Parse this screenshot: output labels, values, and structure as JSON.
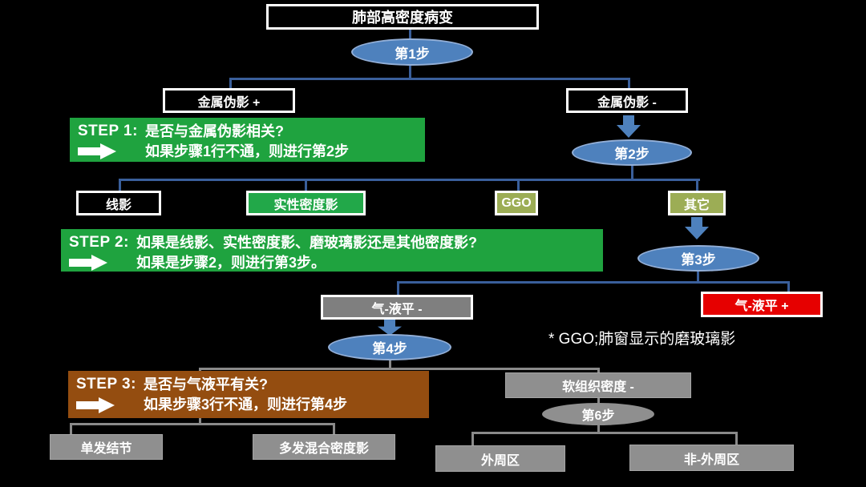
{
  "title": "肺部高密度病变",
  "ellipses": {
    "s1": "第1步",
    "s2": "第2步",
    "s3": "第3步",
    "s4": "第4步",
    "s6": "第6步"
  },
  "boxes": {
    "metal_pos": "金属伪影 +",
    "metal_neg": "金属伪影 -",
    "line_shadow": "线影",
    "solid_density": "实性密度影",
    "ggo": "GGO",
    "other": "其它",
    "air_fluid_neg": "气-液平 -",
    "air_fluid_pos": "气-液平 +",
    "soft_tissue_neg": "软组织密度 -",
    "single_nodule": "单发结节",
    "multi_mixed_density": "多发混合密度影",
    "peripheral": "外周区",
    "non_peripheral": "非-外周区"
  },
  "step_notes": {
    "step1": {
      "label": "STEP 1:",
      "question": "是否与金属伪影相关?",
      "instruction": "如果步骤1行不通，则进行第2步"
    },
    "step2": {
      "label": "STEP 2:",
      "question": "如果是线影、实性密度影、磨玻璃影还是其他密度影?",
      "instruction": "如果是步骤2，则进行第3步。"
    },
    "step3": {
      "label": "STEP 3:",
      "question": "是否与气液平有关?",
      "instruction": "如果步骤3行不通，则进行第4步"
    }
  },
  "footnote": "* GGO;肺窗显示的磨玻璃影",
  "colors": {
    "background": "#000000",
    "step_green": "#1FA33F",
    "node_green": "#22A849",
    "olive": "#9CAD55",
    "blue_ellipse": "#4E81BD",
    "blue_line": "#3A5F9B",
    "red": "#E60000",
    "brown": "#944D10",
    "gray": "#8F8F8F",
    "gray_line": "#8A8A8A"
  }
}
